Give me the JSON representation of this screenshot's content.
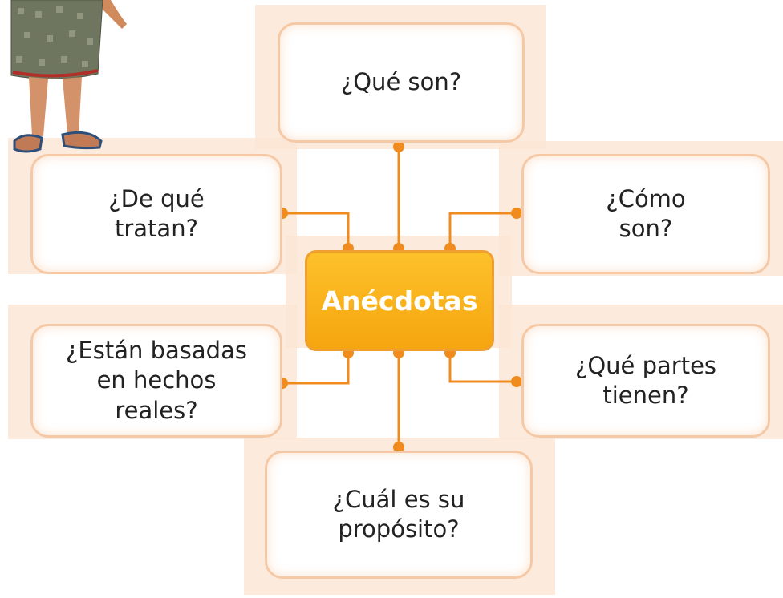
{
  "diagram": {
    "center": {
      "label": "Anécdotas"
    },
    "questions": {
      "top": "¿Qué son?",
      "upper_left": "¿De qué\ntratan?",
      "upper_right": "¿Cómo\nson?",
      "lower_left": "¿Están basadas\nen hechos\nreales?",
      "lower_right": "¿Qué partes\ntienen?",
      "bottom": "¿Cuál es su\npropósito?"
    }
  },
  "colors": {
    "connector": "#f08c1e",
    "center_fill": "#fbb61c",
    "box_border": "#f6c9a6",
    "halo": "#fbe6d6"
  },
  "figure": {
    "description_icon": "girl-illustration"
  }
}
